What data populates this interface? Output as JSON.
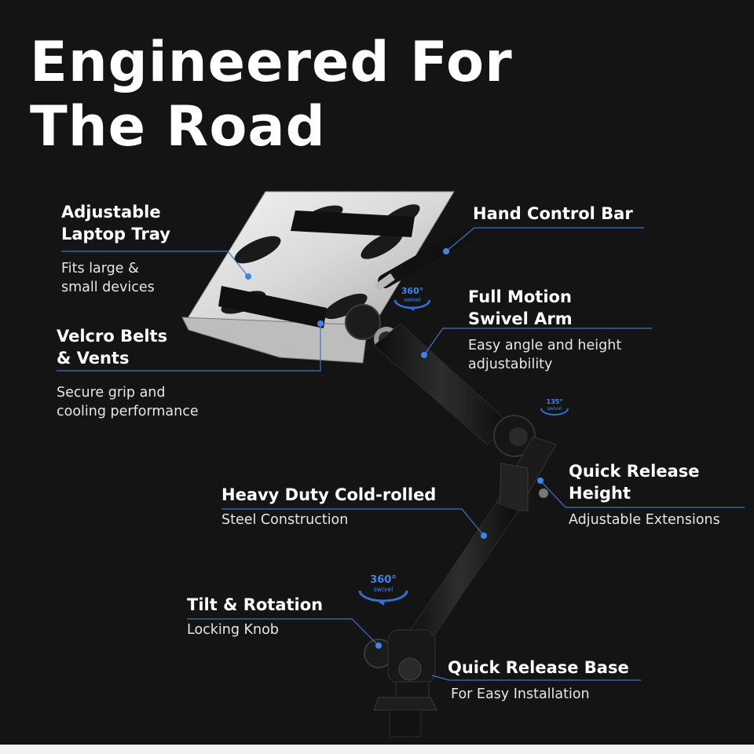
{
  "title": {
    "line1": "Engineered For",
    "line2": "The Road"
  },
  "callouts": {
    "tray": {
      "heading1": "Adjustable",
      "heading2": "Laptop Tray",
      "sub1": "Fits large &",
      "sub2": "small devices"
    },
    "velcro": {
      "heading1": "Velcro Belts",
      "heading2": "& Vents",
      "sub1": "Secure grip and",
      "sub2": "cooling performance"
    },
    "hand_bar": {
      "heading1": "Hand Control Bar"
    },
    "swivel_arm": {
      "heading1": "Full Motion",
      "heading2": "Swivel Arm",
      "sub1": "Easy angle and height",
      "sub2": "adjustability"
    },
    "steel": {
      "heading1": "Heavy Duty Cold-rolled",
      "sub1": "Steel Construction"
    },
    "quick_height": {
      "heading1": "Quick Release",
      "heading2": "Height",
      "sub1": "Adjustable Extensions"
    },
    "tilt": {
      "heading1": "Tilt & Rotation",
      "sub1": "Locking Knob"
    },
    "quick_base": {
      "heading1": "Quick Release Base",
      "sub1": "For Easy Installation"
    }
  },
  "swivel_badges": {
    "top": {
      "degrees": "360°",
      "word": "swivel"
    },
    "middle": {
      "degrees": "135°",
      "word": "swivel"
    },
    "bottom": {
      "degrees": "360°",
      "word": "swivel"
    }
  },
  "colors": {
    "background": "#141414",
    "accent_line": "#3b74c4",
    "badge": "#2f6fd6",
    "text": "#ffffff"
  }
}
